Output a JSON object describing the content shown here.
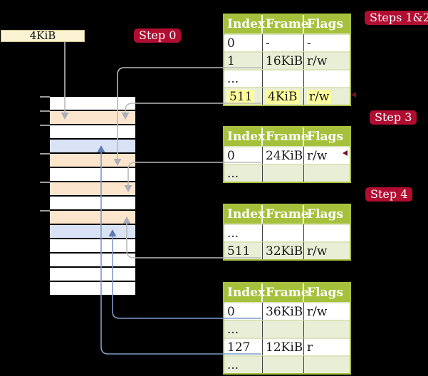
{
  "title_box": {
    "label": "4KiB"
  },
  "step_badges": {
    "step0": "Step 0",
    "steps_1_2": "Steps 1&2",
    "step3": "Step 3",
    "step4": "Step 4"
  },
  "memory_stack": {
    "frames": [
      "white",
      "orange",
      "white",
      "blue",
      "orange",
      "white",
      "orange",
      "white",
      "orange",
      "blue",
      "white",
      "white",
      "white",
      "white"
    ]
  },
  "tables": {
    "t1": {
      "headers": [
        "Index",
        "Frame",
        "Flags"
      ],
      "rows": [
        [
          "0",
          "-",
          "-"
        ],
        [
          "1",
          "16KiB",
          "r/w"
        ],
        [
          "...",
          "",
          ""
        ],
        [
          "511",
          "4KiB",
          "r/w"
        ]
      ]
    },
    "t2": {
      "headers": [
        "Index",
        "Frame",
        "Flags"
      ],
      "rows": [
        [
          "0",
          "24KiB",
          "r/w"
        ],
        [
          "...",
          "",
          ""
        ]
      ]
    },
    "t3": {
      "headers": [
        "Index",
        "Frame",
        "Flags"
      ],
      "rows": [
        [
          "...",
          "",
          ""
        ],
        [
          "511",
          "32KiB",
          "r/w"
        ]
      ]
    },
    "t4": {
      "headers": [
        "Index",
        "Frame",
        "Flags"
      ],
      "rows": [
        [
          "0",
          "36KiB",
          "r/w"
        ],
        [
          "...",
          "",
          ""
        ],
        [
          "127",
          "12KiB",
          "r"
        ],
        [
          "...",
          "",
          ""
        ]
      ]
    }
  },
  "colors": {
    "background": "#000000",
    "badge_red": "#b00d31",
    "table_header_green": "#a5c13c",
    "table_border_green": "#a9bf44",
    "table_row_green": "#e9efd6",
    "frame_orange": "#fce5cd",
    "frame_blue": "#d9e3f5",
    "box_cream": "#fcf3d2",
    "highlight_yellow": "#ffff9e",
    "line_gray": "#b9b9b9",
    "line_blue": "#7d9bc8"
  }
}
